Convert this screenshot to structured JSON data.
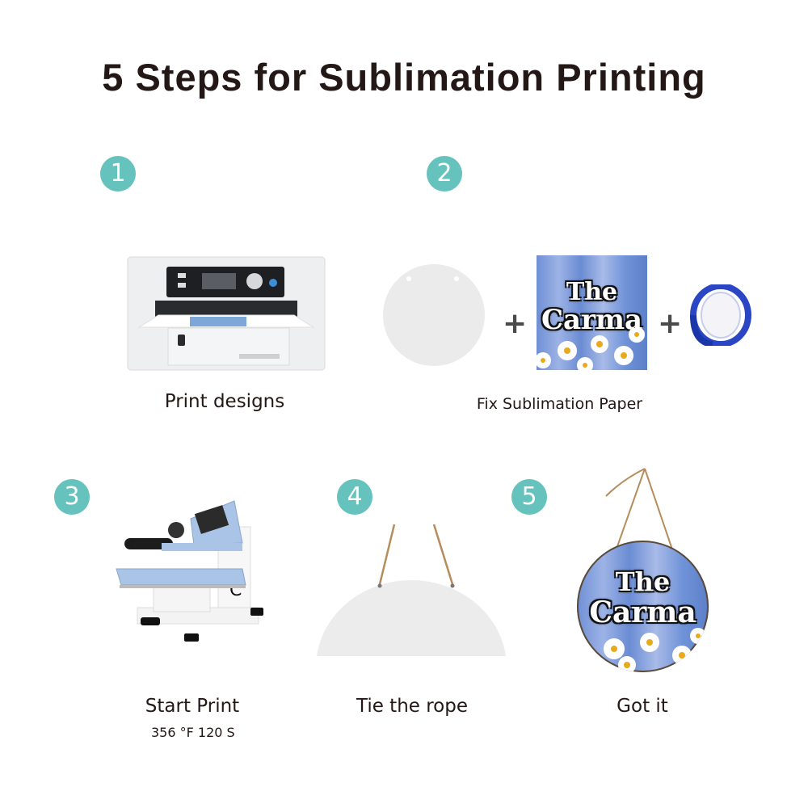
{
  "title": "5 Steps for Sublimation Printing",
  "accent_color": "#66c2bd",
  "steps": [
    {
      "number": "1",
      "label": "Print designs",
      "image": "sublimation-printer"
    },
    {
      "number": "2",
      "label": "Fix Sublimation Paper",
      "images": [
        "blank-round-sign",
        "printed-sublimation-paper",
        "heat-resistant-tape"
      ],
      "separator": "+",
      "paper_text": [
        "The",
        "Carma"
      ]
    },
    {
      "number": "3",
      "label": "Start Print",
      "sublabel": "356 °F 120 S",
      "image": "heat-press-machine"
    },
    {
      "number": "4",
      "label": "Tie the rope",
      "image": "blank-sign-with-rope"
    },
    {
      "number": "5",
      "label": "Got it",
      "image": "finished-round-sign",
      "sign_text": [
        "The",
        "Carma"
      ]
    }
  ]
}
